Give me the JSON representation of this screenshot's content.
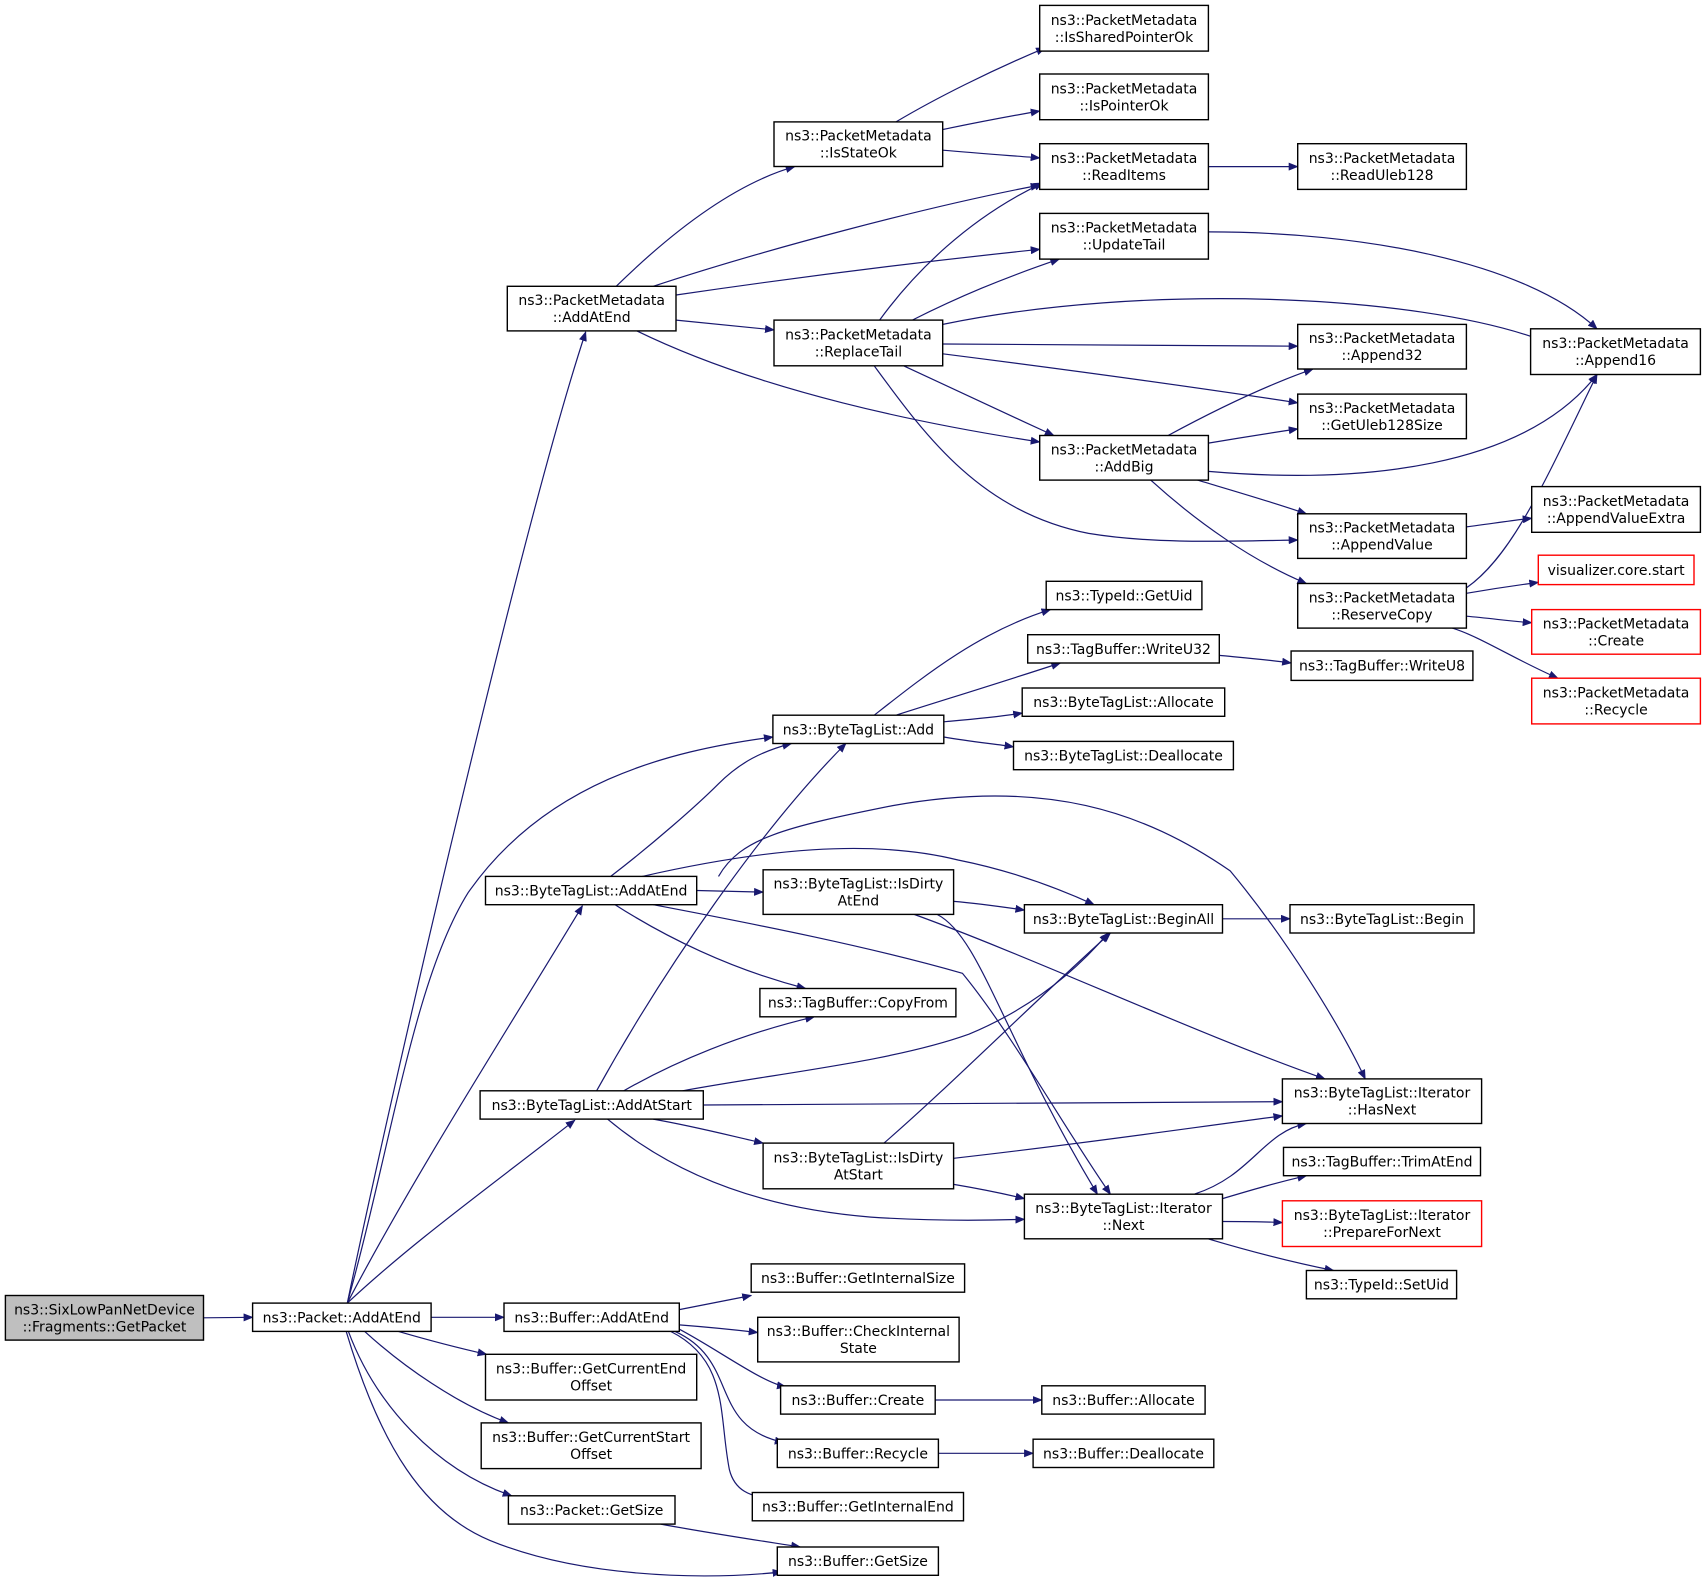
{
  "colors": {
    "edge": "#191970",
    "root_fill": "#bfbfbf",
    "red_border": "#ff0000"
  },
  "nodes": {
    "root": [
      "ns3::SixLowPanNetDevice",
      "::Fragments::GetPacket"
    ],
    "packet_addatend": [
      "ns3::Packet::AddAtEnd"
    ],
    "pm_addatend": [
      "ns3::PacketMetadata",
      "::AddAtEnd"
    ],
    "btl_addatend": [
      "ns3::ByteTagList::AddAtEnd"
    ],
    "btl_addatstart": [
      "ns3::ByteTagList::AddAtStart"
    ],
    "buf_addatend": [
      "ns3::Buffer::AddAtEnd"
    ],
    "buf_getcurrentendoffset": [
      "ns3::Buffer::GetCurrentEnd",
      "Offset"
    ],
    "buf_getcurrentstartoffset": [
      "ns3::Buffer::GetCurrentStart",
      "Offset"
    ],
    "packet_getsize": [
      "ns3::Packet::GetSize"
    ],
    "buf_getsize": [
      "ns3::Buffer::GetSize"
    ],
    "pm_isstateok": [
      "ns3::PacketMetadata",
      "::IsStateOk"
    ],
    "pm_replacetail": [
      "ns3::PacketMetadata",
      "::ReplaceTail"
    ],
    "pm_issharedpointerok": [
      "ns3::PacketMetadata",
      "::IsSharedPointerOk"
    ],
    "pm_ispointerok": [
      "ns3::PacketMetadata",
      "::IsPointerOk"
    ],
    "pm_readitems": [
      "ns3::PacketMetadata",
      "::ReadItems"
    ],
    "pm_updatetail": [
      "ns3::PacketMetadata",
      "::UpdateTail"
    ],
    "pm_addbig": [
      "ns3::PacketMetadata",
      "::AddBig"
    ],
    "pm_readuleb128": [
      "ns3::PacketMetadata",
      "::ReadUleb128"
    ],
    "pm_append32": [
      "ns3::PacketMetadata",
      "::Append32"
    ],
    "pm_getuleb128size": [
      "ns3::PacketMetadata",
      "::GetUleb128Size"
    ],
    "pm_appendvalue": [
      "ns3::PacketMetadata",
      "::AppendValue"
    ],
    "pm_reservecopy": [
      "ns3::PacketMetadata",
      "::ReserveCopy"
    ],
    "pm_append16": [
      "ns3::PacketMetadata",
      "::Append16"
    ],
    "pm_appendvalueextra": [
      "ns3::PacketMetadata",
      "::AppendValueExtra"
    ],
    "viz_start": [
      "visualizer.core.start"
    ],
    "pm_create": [
      "ns3::PacketMetadata",
      "::Create"
    ],
    "pm_recycle": [
      "ns3::PacketMetadata",
      "::Recycle"
    ],
    "btl_add": [
      "ns3::ByteTagList::Add"
    ],
    "typeid_getuid": [
      "ns3::TypeId::GetUid"
    ],
    "tb_writeu32": [
      "ns3::TagBuffer::WriteU32"
    ],
    "btl_allocate": [
      "ns3::ByteTagList::Allocate"
    ],
    "btl_deallocate": [
      "ns3::ByteTagList::Deallocate"
    ],
    "tb_writeu8": [
      "ns3::TagBuffer::WriteU8"
    ],
    "btl_isdirtyatend": [
      "ns3::ByteTagList::IsDirty",
      "AtEnd"
    ],
    "btl_beginall": [
      "ns3::ByteTagList::BeginAll"
    ],
    "btl_begin": [
      "ns3::ByteTagList::Begin"
    ],
    "tb_copyfrom": [
      "ns3::TagBuffer::CopyFrom"
    ],
    "btl_it_hasnext": [
      "ns3::ByteTagList::Iterator",
      "::HasNext"
    ],
    "btl_isdirtyatstart": [
      "ns3::ByteTagList::IsDirty",
      "AtStart"
    ],
    "btl_it_next": [
      "ns3::ByteTagList::Iterator",
      "::Next"
    ],
    "tb_trimatend": [
      "ns3::TagBuffer::TrimAtEnd"
    ],
    "btl_it_preparefornext": [
      "ns3::ByteTagList::Iterator",
      "::PrepareForNext"
    ],
    "typeid_setuid": [
      "ns3::TypeId::SetUid"
    ],
    "buf_getinternalsize": [
      "ns3::Buffer::GetInternalSize"
    ],
    "buf_checkinternalstate": [
      "ns3::Buffer::CheckInternal",
      "State"
    ],
    "buf_create": [
      "ns3::Buffer::Create"
    ],
    "buf_recycle": [
      "ns3::Buffer::Recycle"
    ],
    "buf_getinternalend": [
      "ns3::Buffer::GetInternalEnd"
    ],
    "buf_allocate": [
      "ns3::Buffer::Allocate"
    ],
    "buf_deallocate": [
      "ns3::Buffer::Deallocate"
    ]
  }
}
